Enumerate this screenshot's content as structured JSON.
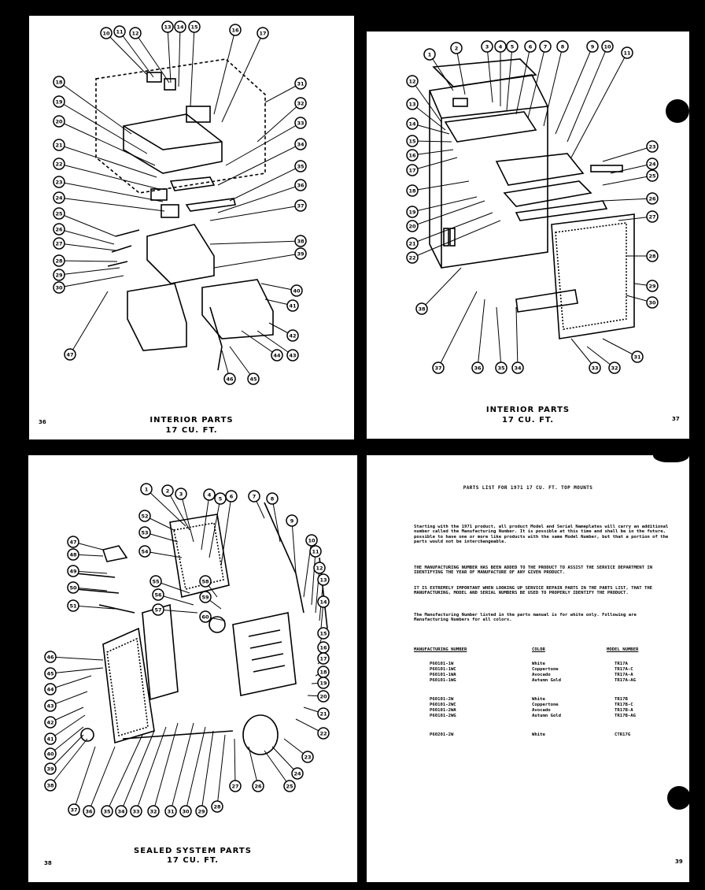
{
  "page1": {
    "caption_line1": "INTERIOR PARTS",
    "caption_line2": "17 CU. FT.",
    "page_number": "36",
    "callouts": [
      "10",
      "11",
      "12",
      "13",
      "14",
      "15",
      "16",
      "17",
      "18",
      "19",
      "20",
      "21",
      "22",
      "23",
      "24",
      "25",
      "26",
      "27",
      "28",
      "29",
      "30",
      "31",
      "32",
      "33",
      "34",
      "35",
      "36",
      "37",
      "38",
      "39",
      "40",
      "41",
      "42",
      "43",
      "44",
      "45",
      "46",
      "47"
    ]
  },
  "page2": {
    "caption_line1": "INTERIOR PARTS",
    "caption_line2": "17 CU. FT.",
    "page_number": "37",
    "callouts": [
      "1",
      "2",
      "3",
      "4",
      "5",
      "6",
      "7",
      "8",
      "9",
      "10",
      "11",
      "12",
      "13",
      "14",
      "15",
      "16",
      "17",
      "18",
      "19",
      "20",
      "21",
      "22",
      "23",
      "24",
      "25",
      "26",
      "27",
      "28",
      "29",
      "30",
      "31",
      "32",
      "33",
      "34",
      "35",
      "36",
      "37",
      "38"
    ]
  },
  "page3": {
    "caption_line1": "SEALED SYSTEM PARTS",
    "caption_line2": "17 CU. FT.",
    "page_number": "38",
    "callouts": [
      "1",
      "2",
      "3",
      "4",
      "5",
      "6",
      "7",
      "8",
      "9",
      "10",
      "11",
      "12",
      "13",
      "14",
      "15",
      "16",
      "17",
      "18",
      "19",
      "20",
      "21",
      "22",
      "23",
      "24",
      "25",
      "26",
      "27",
      "28",
      "29",
      "30",
      "31",
      "32",
      "33",
      "34",
      "35",
      "36",
      "37",
      "38",
      "39",
      "40",
      "41",
      "42",
      "43",
      "44",
      "45",
      "46",
      "47",
      "48",
      "49",
      "50",
      "51",
      "52",
      "53",
      "54",
      "55",
      "56",
      "57",
      "58",
      "59",
      "60"
    ]
  },
  "page4": {
    "title": "PARTS LIST FOR 1971 17 CU. FT. TOP MOUNTS",
    "para1": "Starting with the 1971 product, all product Model and Serial Nameplates will carry an additional number called the Manufacturing Number. It is possible at this time and shall be in the future, possible to have one or more like products with the same Model Number, but that a portion of the parts would not be interchangeable.",
    "para2": "THE MANUFACTURING NUMBER HAS BEEN ADDED TO THE PRODUCT TO ASSIST THE SERVICE DEPARTMENT IN IDENTIFYING THE YEAR OF MANUFACTURE OF ANY GIVEN PRODUCT.",
    "para3": "IT IS EXTREMELY IMPORTANT WHEN LOOKING UP SERVICE REPAIR PARTS IN THE PARTS LIST, THAT THE MANUFACTURING, MODEL AND SERIAL NUMBERS BE USED TO PROPERLY IDENTIFY THE PRODUCT.",
    "para4": "The Manufacturing Number listed in the parts manual is for white only. Following are Manufacturing Numbers for all colors.",
    "table": {
      "headers": [
        "MANUFACTURING NUMBER",
        "COLOR",
        "MODEL NUMBER"
      ],
      "rows": [
        [
          "P60101-1W",
          "White",
          "TR17A"
        ],
        [
          "P60101-1WC",
          "Coppertone",
          "TR17A-C"
        ],
        [
          "P60101-1WA",
          "Avocado",
          "TR17A-A"
        ],
        [
          "P60101-1WG",
          "Autumn Gold",
          "TR17A-AG"
        ],
        [
          "P60101-2W",
          "White",
          "TR17B"
        ],
        [
          "P60101-2WC",
          "Coppertone",
          "TR17B-C"
        ],
        [
          "P60101-2WA",
          "Avocado",
          "TR17B-A"
        ],
        [
          "P60101-2WG",
          "Autumn Gold",
          "TR17B-AG"
        ],
        [
          "P60201-2W",
          "White",
          "CTR17G"
        ]
      ]
    },
    "page_number": "39"
  }
}
